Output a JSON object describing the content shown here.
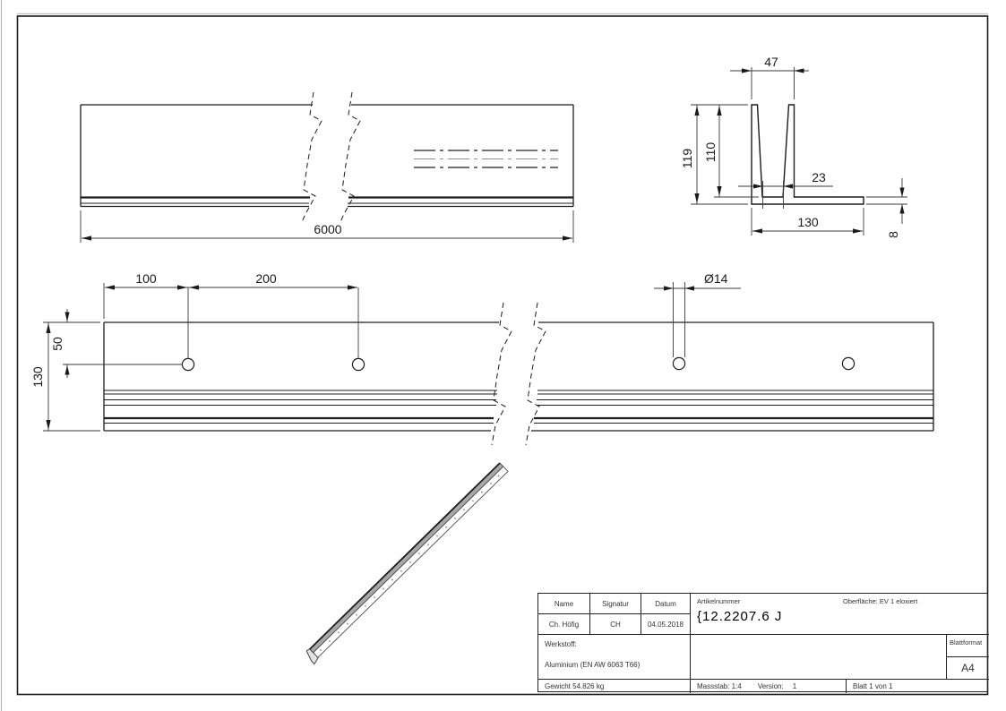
{
  "dimensions": {
    "side": {
      "length": "6000"
    },
    "plan": {
      "spacing_a": "100",
      "spacing_b": "200",
      "edge_offset": "50",
      "width": "130",
      "hole_dia": "Ø14"
    },
    "section": {
      "top_width": "47",
      "height_total": "119",
      "height_inner": "110",
      "bottom_gap": "23",
      "base_width": "130",
      "base_thickness": "8"
    }
  },
  "title_block": {
    "col_name": "Name",
    "col_signatur": "Signatur",
    "col_datum": "Datum",
    "name": "Ch. Höfig",
    "signatur": "CH",
    "datum": "04.05.2018",
    "artikelnummer_label": "Artikelnummer",
    "artikelnummer": "{12.2207.6 J",
    "oberflaeche": "Oberfläche:  EV 1 eloxiert",
    "werkstoff_label": "Werkstoff:",
    "werkstoff": "Aluminium (EN AW 6063 T66)",
    "blattformat_label": "Blattformat",
    "blattformat": "A4",
    "gewicht": "Gewicht 54.826 kg",
    "massstab": "Massstab: 1:4",
    "version_label": "Version:",
    "version": "1",
    "blatt": "Blatt 1 von 1"
  }
}
